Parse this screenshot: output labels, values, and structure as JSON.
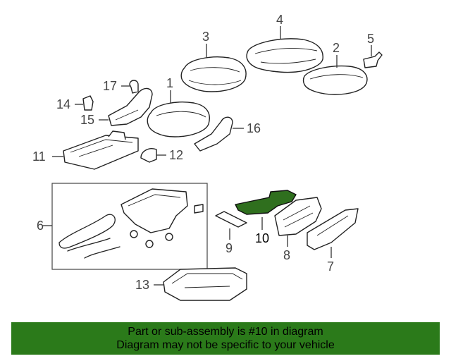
{
  "labels": {
    "p1": "1",
    "p2": "2",
    "p3": "3",
    "p4": "4",
    "p5": "5",
    "p6": "6",
    "p7": "7",
    "p8": "8",
    "p9": "9",
    "p10": "10",
    "p11": "11",
    "p12": "12",
    "p13": "13",
    "p14": "14",
    "p15": "15",
    "p16": "16",
    "p17": "17"
  },
  "highlight_part": "10",
  "highlight_color": "#2f6f1e",
  "banner": {
    "line1": "Part or sub-assembly is #10 in diagram",
    "line2": "Diagram may not be specific to your vehicle",
    "background": "#2b7a1a"
  }
}
